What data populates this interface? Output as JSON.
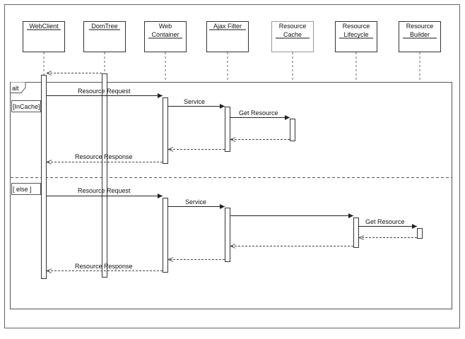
{
  "lifelines": [
    {
      "id": "webclient",
      "lines": [
        "WebClient"
      ]
    },
    {
      "id": "domtree",
      "lines": [
        "DomTree"
      ]
    },
    {
      "id": "webcontainer",
      "lines": [
        "Web",
        "Container"
      ]
    },
    {
      "id": "ajaxfilter",
      "lines": [
        "Ajax Filter"
      ]
    },
    {
      "id": "resourcecache",
      "lines": [
        "Resource",
        "Cache"
      ]
    },
    {
      "id": "resourcelifecycle",
      "lines": [
        "Resource",
        "Lifecycle"
      ]
    },
    {
      "id": "resourcebuilder",
      "lines": [
        "Resource",
        "Builder"
      ]
    }
  ],
  "fragment": {
    "operator": "alt",
    "guards": [
      "[InCache]",
      "[  else  ]"
    ]
  },
  "messages": {
    "m1": "Resource Request",
    "m2": "Service",
    "m3": "Get Resource",
    "m4": "Resource Response",
    "m5": "Resource Request",
    "m6": "Service",
    "m7": "Get Resource",
    "m8": "Resource Response"
  }
}
